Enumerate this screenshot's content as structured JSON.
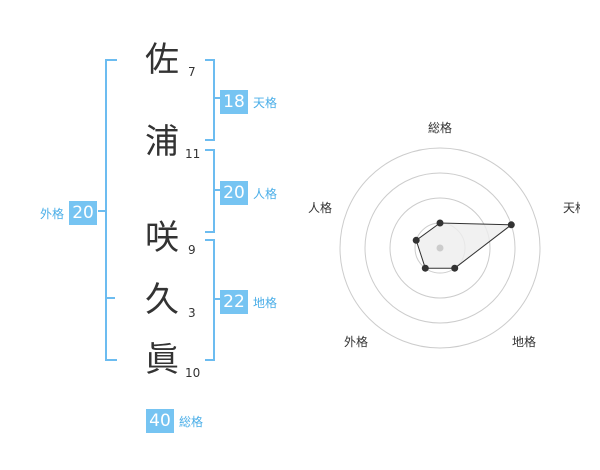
{
  "name": {
    "characters": [
      {
        "char": "佐",
        "strokes": "7"
      },
      {
        "char": "浦",
        "strokes": "11"
      },
      {
        "char": "咲",
        "strokes": "9"
      },
      {
        "char": "久",
        "strokes": "3"
      },
      {
        "char": "眞",
        "strokes": "10"
      }
    ]
  },
  "kaku": {
    "tenkaku": {
      "value": "18",
      "label": "天格"
    },
    "jinkaku": {
      "value": "20",
      "label": "人格"
    },
    "chikaku": {
      "value": "22",
      "label": "地格"
    },
    "gaikaku": {
      "value": "20",
      "label": "外格"
    },
    "soukaku": {
      "value": "40",
      "label": "総格"
    }
  },
  "radar": {
    "axes": [
      "総格",
      "天格",
      "地格",
      "外格",
      "人格"
    ],
    "levels": 4,
    "max": 4,
    "values": [
      1,
      3,
      1,
      1,
      1
    ],
    "colors": {
      "grid": "#cccccc",
      "fill": "#eeeeee",
      "line": "#333333",
      "point": "#333333",
      "center": "#cccccc"
    }
  },
  "colors": {
    "accent": "#76c4f2",
    "bracket": "#6cbcf0",
    "label": "#4aaee8"
  }
}
